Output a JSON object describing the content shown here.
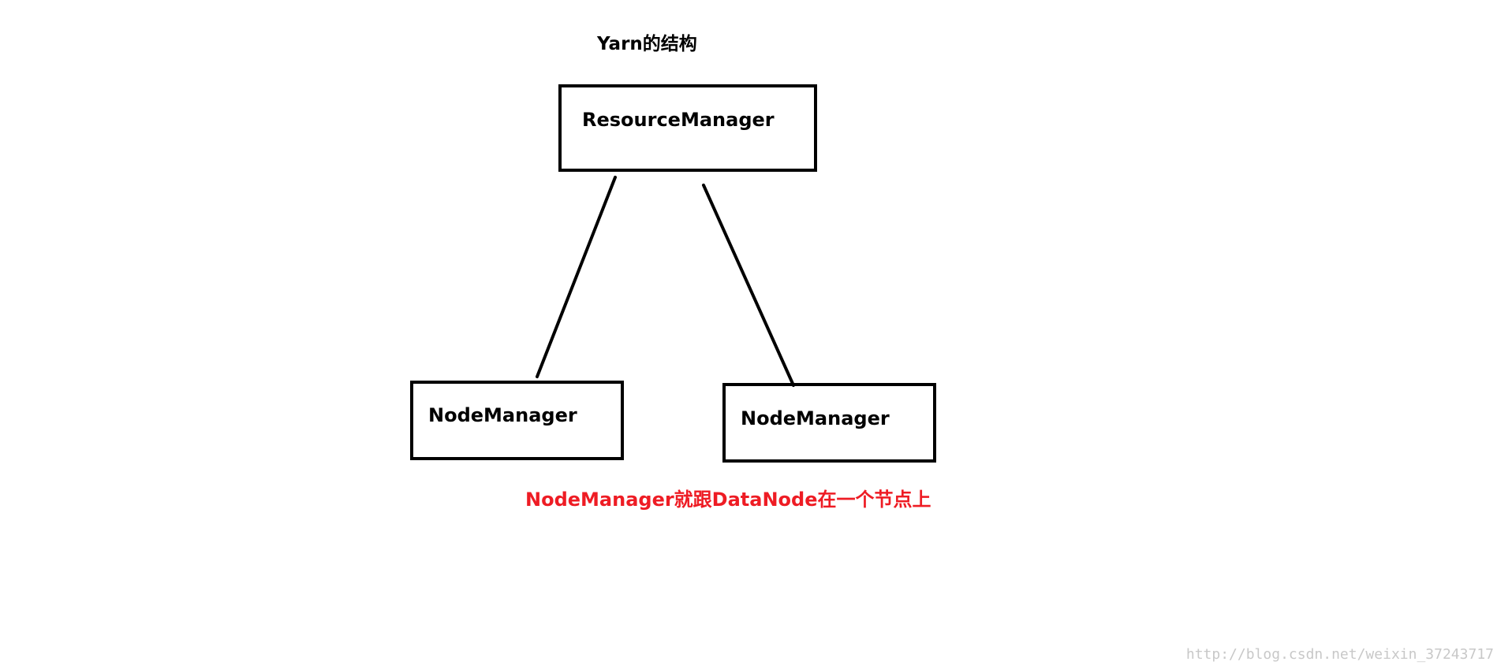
{
  "diagram": {
    "title": "Yarn的结构",
    "resource_manager": "ResourceManager",
    "node_manager_left": "NodeManager",
    "node_manager_right": "NodeManager",
    "note": "NodeManager就跟DataNode在一个节点上",
    "note_color": "#ee1c24",
    "line_color": "#000000"
  },
  "watermark": "http://blog.csdn.net/weixin_37243717"
}
